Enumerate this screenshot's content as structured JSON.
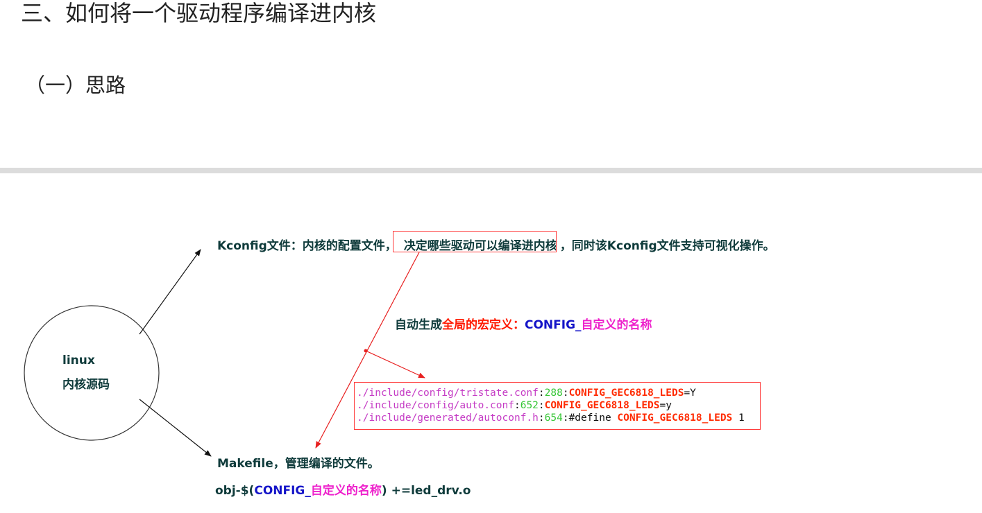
{
  "heading": "三、如何将一个驱动程序编译进内核",
  "subheading": "（一）思路",
  "diagram": {
    "circle": {
      "line1": "linux",
      "line2": "内核源码"
    },
    "kconfig": {
      "part1": "Kconfig文件：内核的配置文件，",
      "highlight": "决定哪些驱动可以编译进内核",
      "part2": "，同时该Kconfig文件支持可视化操作。"
    },
    "auto_gen": {
      "part1": "自动生成",
      "part2": "全局的宏定义：",
      "part3": "CONFIG_",
      "part4": "自定义的名称"
    },
    "code_lines": [
      {
        "path": "./include/config/tristate.conf",
        "sep1": ":",
        "num": "288",
        "sep2": ":",
        "prefix": "",
        "cfg": "CONFIG_GEC6818_LEDS",
        "suffix": "=Y"
      },
      {
        "path": "./include/config/auto.conf",
        "sep1": ":",
        "num": "652",
        "sep2": ":",
        "prefix": "",
        "cfg": "CONFIG_GEC6818_LEDS",
        "suffix": "=y"
      },
      {
        "path": "./include/generated/autoconf.h",
        "sep1": ":",
        "num": "654",
        "sep2": ":",
        "prefix": "#define ",
        "cfg": "CONFIG_GEC6818_LEDS",
        "suffix": " 1"
      }
    ],
    "makefile": "Makefile，管理编译的文件。",
    "obj_line": {
      "part1": "obj-$(",
      "part2": "CONFIG_",
      "part3": "自定义的名称",
      "part4": ") +=led_drv.o"
    }
  },
  "colors": {
    "dark_text": "#0f3b3b",
    "red": "#ff1a00",
    "blue": "#1414c8",
    "magenta": "#ee22cc",
    "code_path": "#c53cc5",
    "code_num": "#35c635"
  }
}
